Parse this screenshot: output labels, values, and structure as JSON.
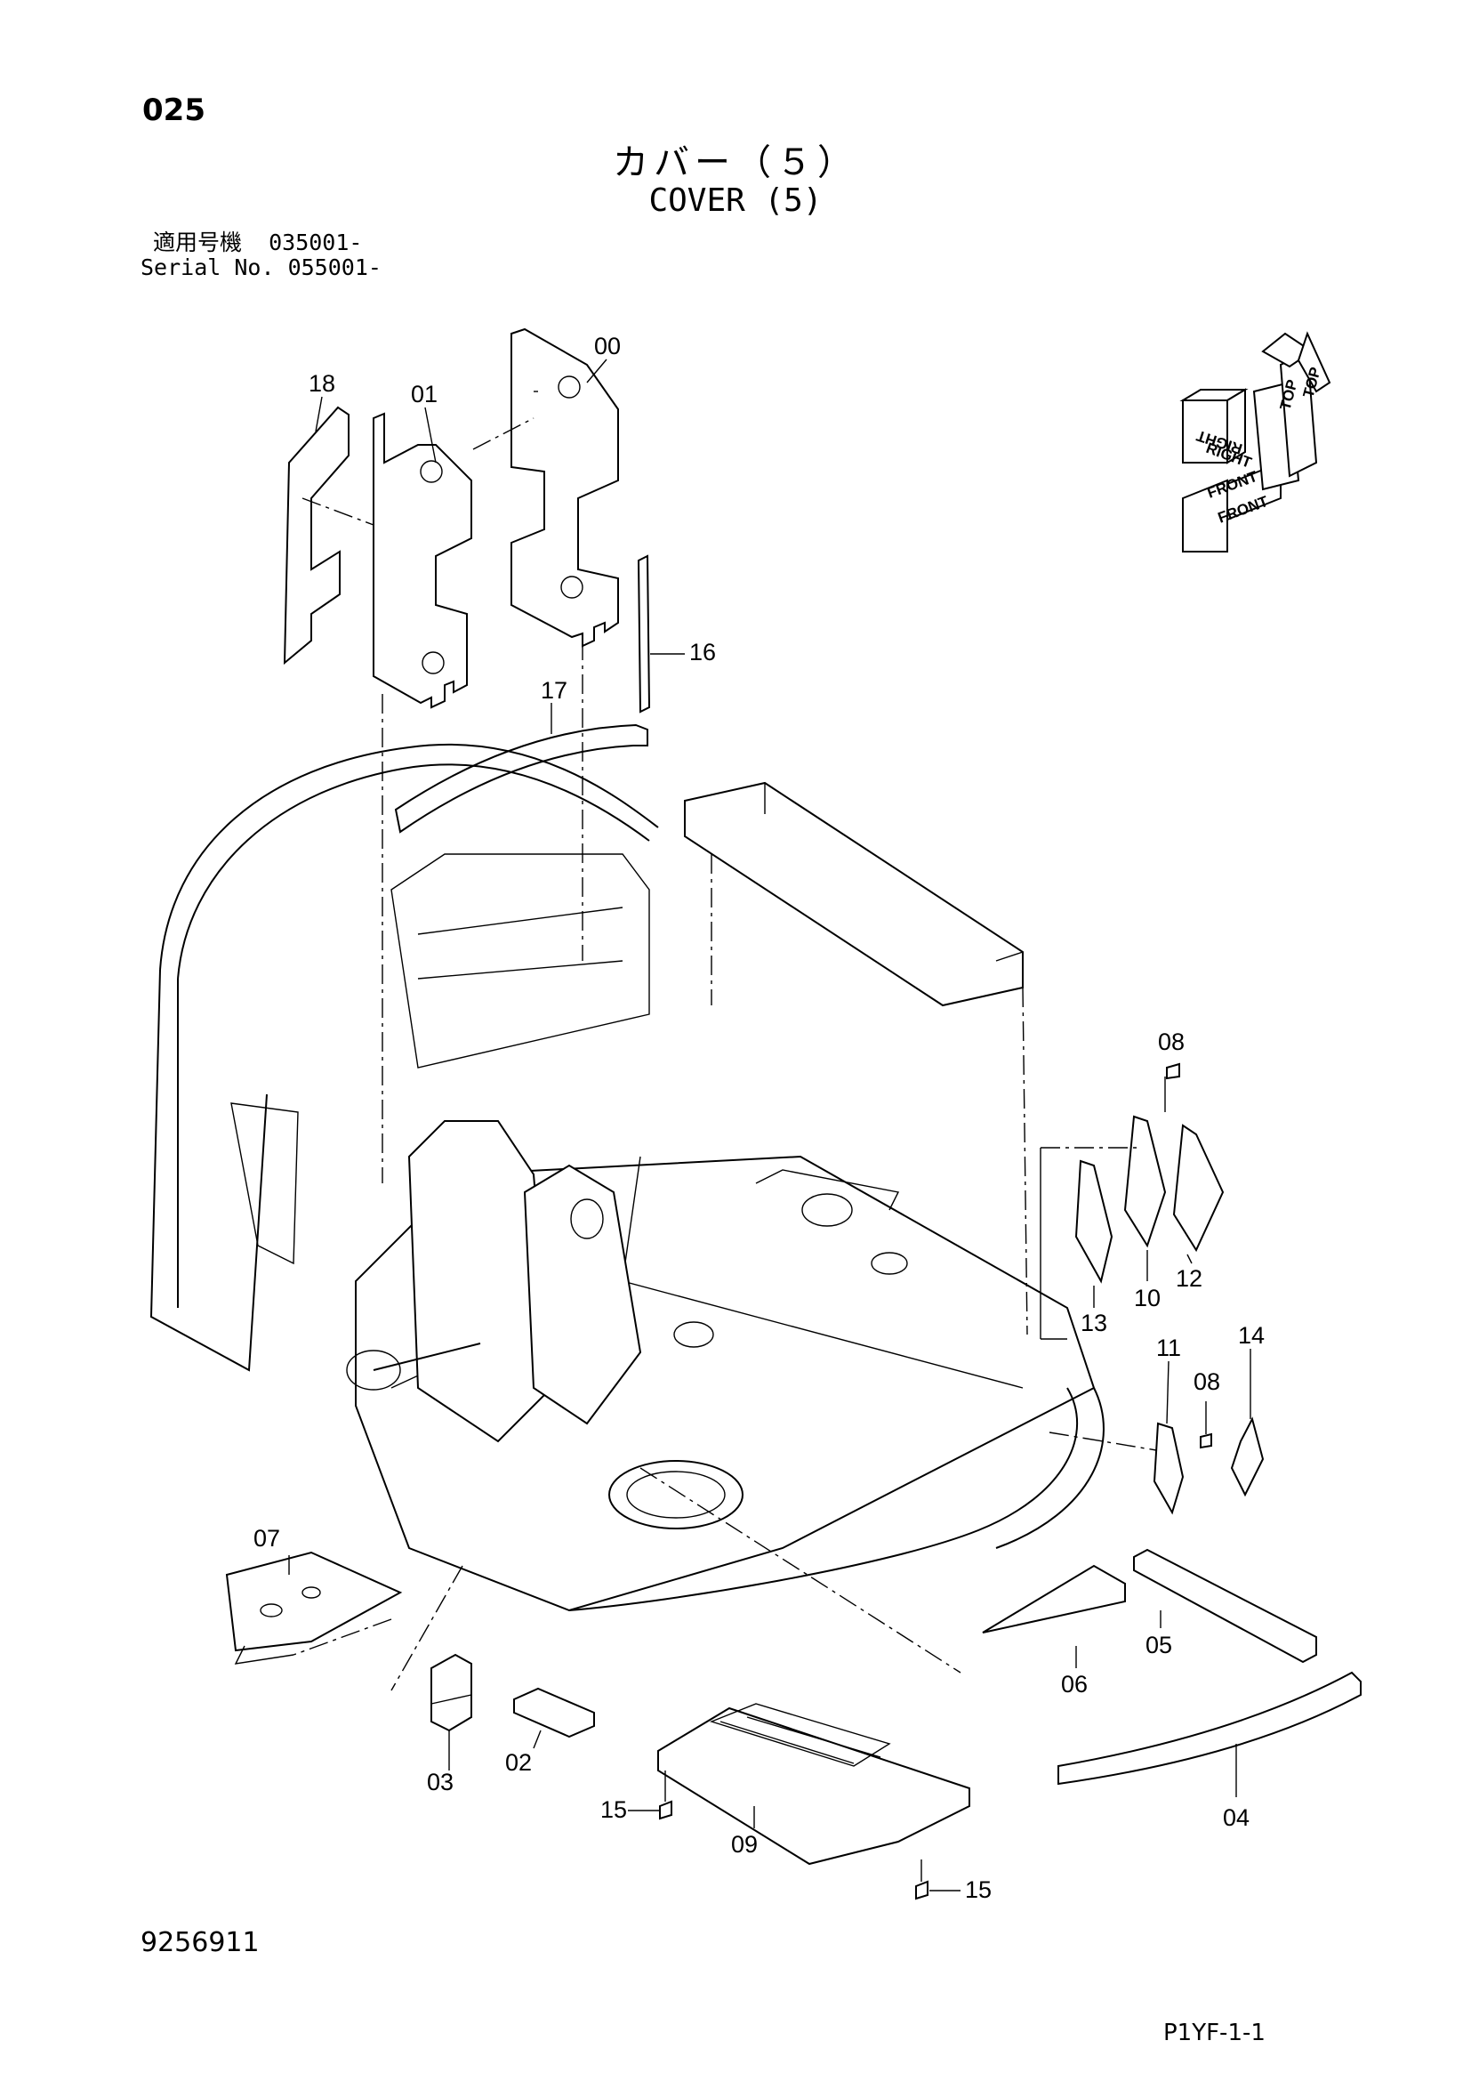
{
  "page_number": "025",
  "title_jp": "カバー（５）",
  "title_en": "COVER (5)",
  "applicability": {
    "line1": "適用号機  035001-",
    "line2": "Serial No. 055001-"
  },
  "orientation_labels": {
    "top": "TOP",
    "right": "RIGHT",
    "front": "FRONT"
  },
  "callouts": {
    "c00": "00",
    "c01": "01",
    "c02": "02",
    "c03": "03",
    "c04": "04",
    "c05": "05",
    "c06": "06",
    "c07": "07",
    "c08a": "08",
    "c08b": "08",
    "c09": "09",
    "c10": "10",
    "c11": "11",
    "c12": "12",
    "c13": "13",
    "c14": "14",
    "c15a": "15",
    "c15b": "15",
    "c16": "16",
    "c17": "17",
    "c18": "18"
  },
  "document_number": "9256911",
  "page_code": "P1YF-1-1"
}
